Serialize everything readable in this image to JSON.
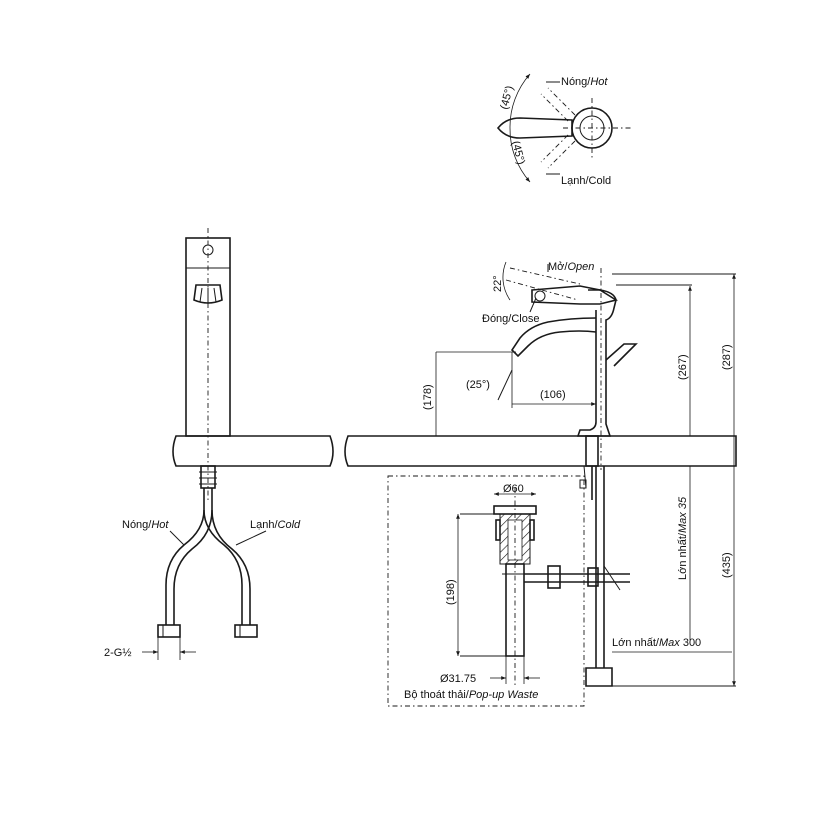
{
  "handle_diagram": {
    "hot_label": "Nóng/",
    "hot_label_i": "Hot",
    "cold_label": "Lạnh/Cold",
    "angle_top": "(45°)",
    "angle_bottom": "(45°)"
  },
  "front_view": {
    "hot_label": "Nóng/",
    "hot_label_i": "Hot",
    "cold_label": "Lạnh/",
    "cold_label_i": "Cold",
    "thread": "2-G½"
  },
  "side_view": {
    "open_label": "Mở/",
    "open_label_i": "Open",
    "close_label": "Đóng/Close",
    "angle_22": "22°",
    "angle_25": "(25°)",
    "dim_178": "(178)",
    "dim_106": "(106)",
    "dim_267": "(267)",
    "dim_287": "(287)",
    "dim_435": "(435)",
    "max35": "Lớn nhất/",
    "max35_i": "Max 35",
    "max300": "Lớn nhất/",
    "max300_i": "Max",
    "max300_v": " 300"
  },
  "waste": {
    "dia60": "Ø60",
    "dia3175": "Ø31.75",
    "dim_198": "(198)",
    "caption": "Bộ thoát thải/",
    "caption_i": "Pop-up Waste"
  }
}
